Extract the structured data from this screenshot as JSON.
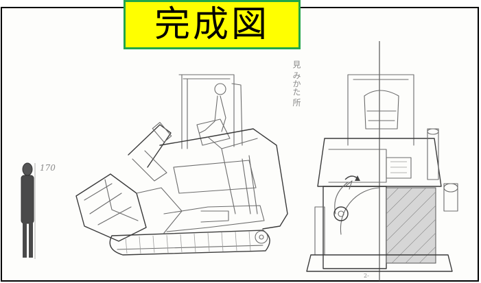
{
  "title": "完成図",
  "notes": {
    "height_mark": "170",
    "view_note": "見 みかた 所",
    "page_mark": "2-"
  },
  "colors": {
    "title_bg": "#ffff00",
    "title_border": "#22a64a",
    "frame_border": "#000000",
    "pencil": "#6b6b6b"
  }
}
